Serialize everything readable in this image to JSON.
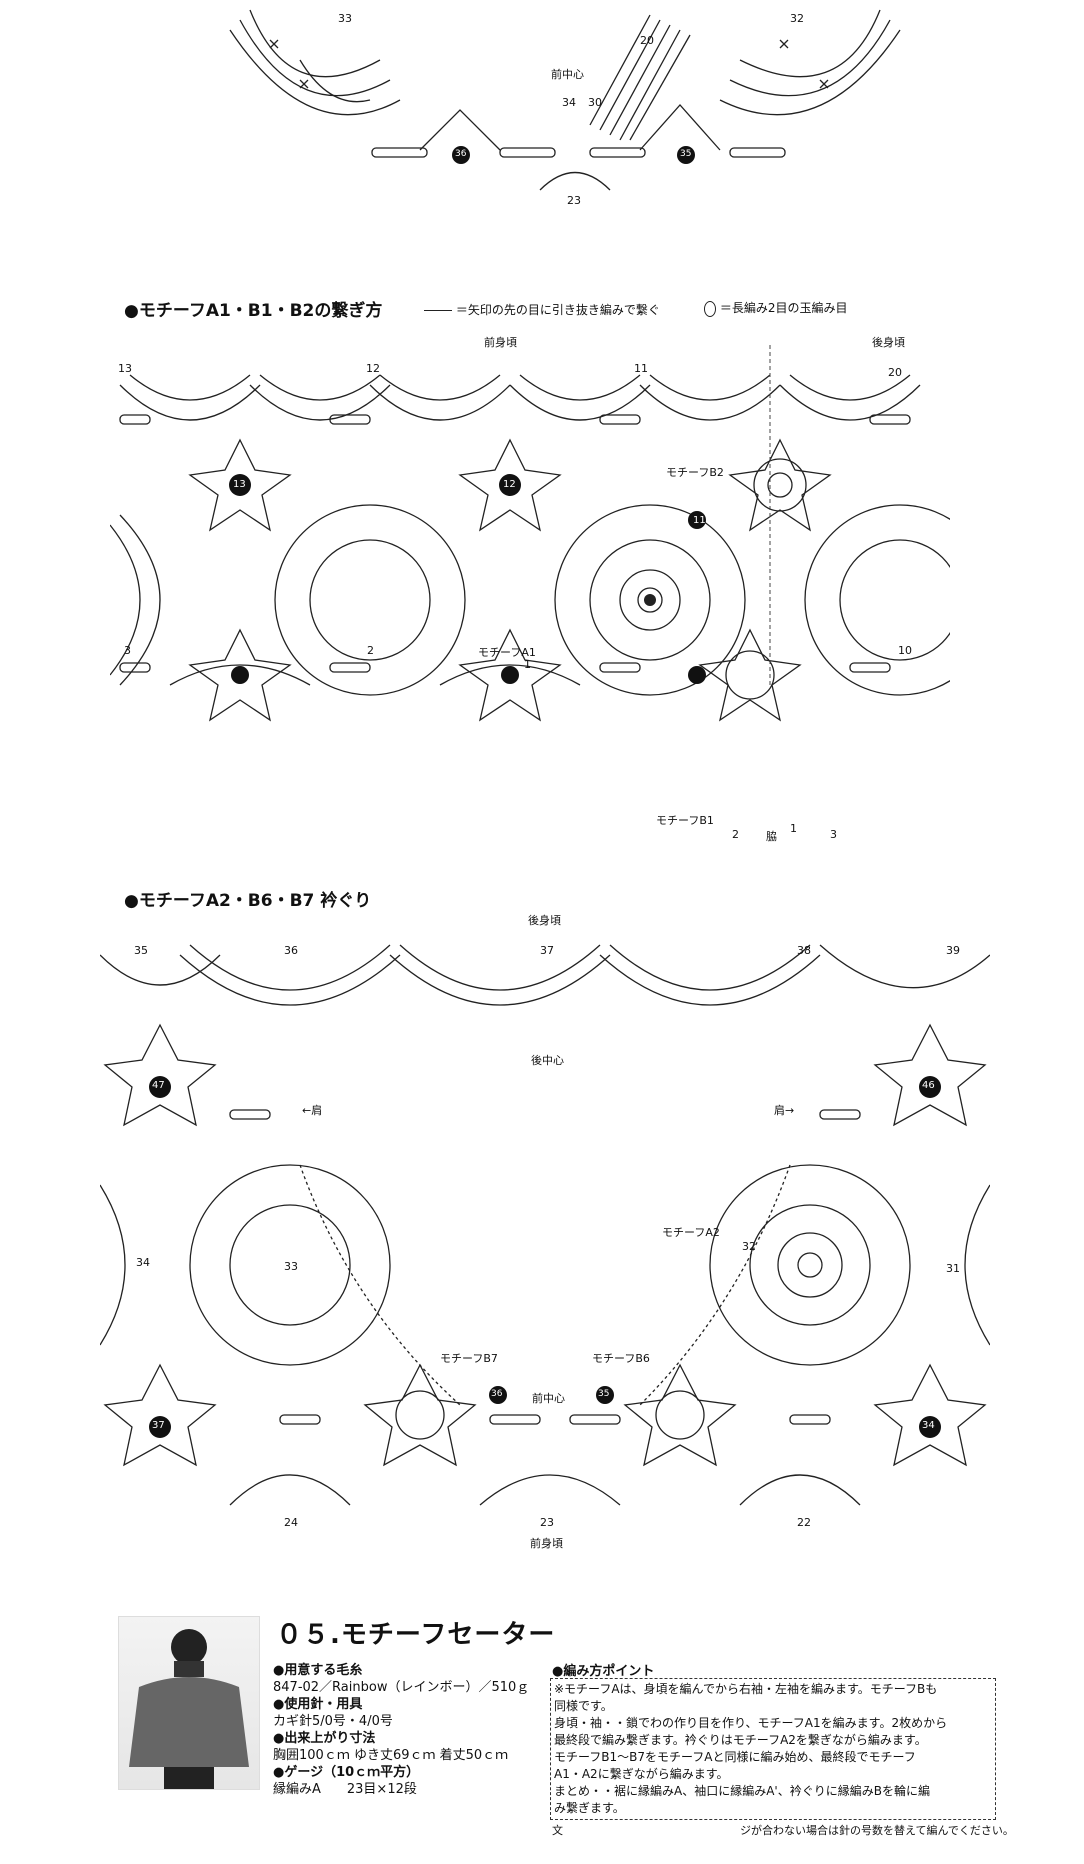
{
  "top_diagram": {
    "labels": [
      "33",
      "32",
      "20",
      "34",
      "30",
      "36",
      "35",
      "23"
    ],
    "front_center": "前中心"
  },
  "section1": {
    "title": "●モチーフA1・B1・B2の繋ぎ方",
    "legend_line": "＝矢印の先の目に引き抜き編みで繋ぐ",
    "legend_bobble": "＝長編み2目の玉編み目",
    "front_body": "前身頃",
    "back_body": "後身頃",
    "motif_numbers": [
      "13",
      "12",
      "11",
      "20",
      "13",
      "12",
      "11",
      "3",
      "2",
      "1",
      "10",
      "3",
      "2",
      "1"
    ],
    "motif_b2": "モチーフB2",
    "motif_a1": "モチーフA1",
    "motif_b1": "モチーフB1",
    "side": "脇",
    "bottom_numbers": [
      "2",
      "1",
      "3"
    ]
  },
  "section2": {
    "title": "●モチーフA2・B6・B7 衿ぐり",
    "back_body": "後身頃",
    "back_center": "後中心",
    "front_center": "前中心",
    "front_body": "前身頃",
    "shoulder_left": "←肩",
    "shoulder_right": "肩→",
    "motif_a2": "モチーフA2",
    "motif_b7": "モチーフB7",
    "motif_b6": "モチーフB6",
    "top_numbers": [
      "35",
      "36",
      "37",
      "38",
      "39"
    ],
    "numbers": [
      "47",
      "46",
      "34",
      "33",
      "32",
      "31",
      "37",
      "36",
      "35",
      "34",
      "24",
      "23",
      "22"
    ]
  },
  "pattern": {
    "title": "０５.モチーフセーター",
    "yarn_heading": "●用意する毛糸",
    "yarn_value": "847-02／Rainbow（レインボー）／510ｇ",
    "needle_heading": "●使用針・用具",
    "needle_value": "カギ針5/0号・4/0号",
    "size_heading": "●出来上がり寸法",
    "size_value": "胸囲100ｃｍ ゆき丈69ｃｍ 着丈50ｃｍ",
    "gauge_heading": "●ゲージ（10ｃｍ平方）",
    "gauge_value": "縁編みA　　23目×12段",
    "points_heading": "●編み方ポイント",
    "points_lines": [
      "※モチーフAは、身頃を編んでから右袖・左袖を編みます。モチーフBも",
      "同様です。",
      "身頃・袖・・鎖でわの作り目を作り、モチーフA1を編みます。2枚めから",
      "最終段で編み繋ぎます。衿ぐりはモチーフA2を繋ぎながら編みます。",
      "モチーフB1～B7をモチーフAと同様に編み始め、最終段でモチーフ",
      "A1・A2に繋ぎながら編みます。",
      "まとめ・・裾に縁編みA、袖口に縁編みA'、衿ぐりに縁編みBを輪に編",
      "み繋ぎます。"
    ],
    "footnote": "ジが合わない場合は針の号数を替えて編んでください。",
    "footnote_prefix": "文"
  },
  "colors": {
    "ink": "#111111",
    "background": "#ffffff"
  }
}
